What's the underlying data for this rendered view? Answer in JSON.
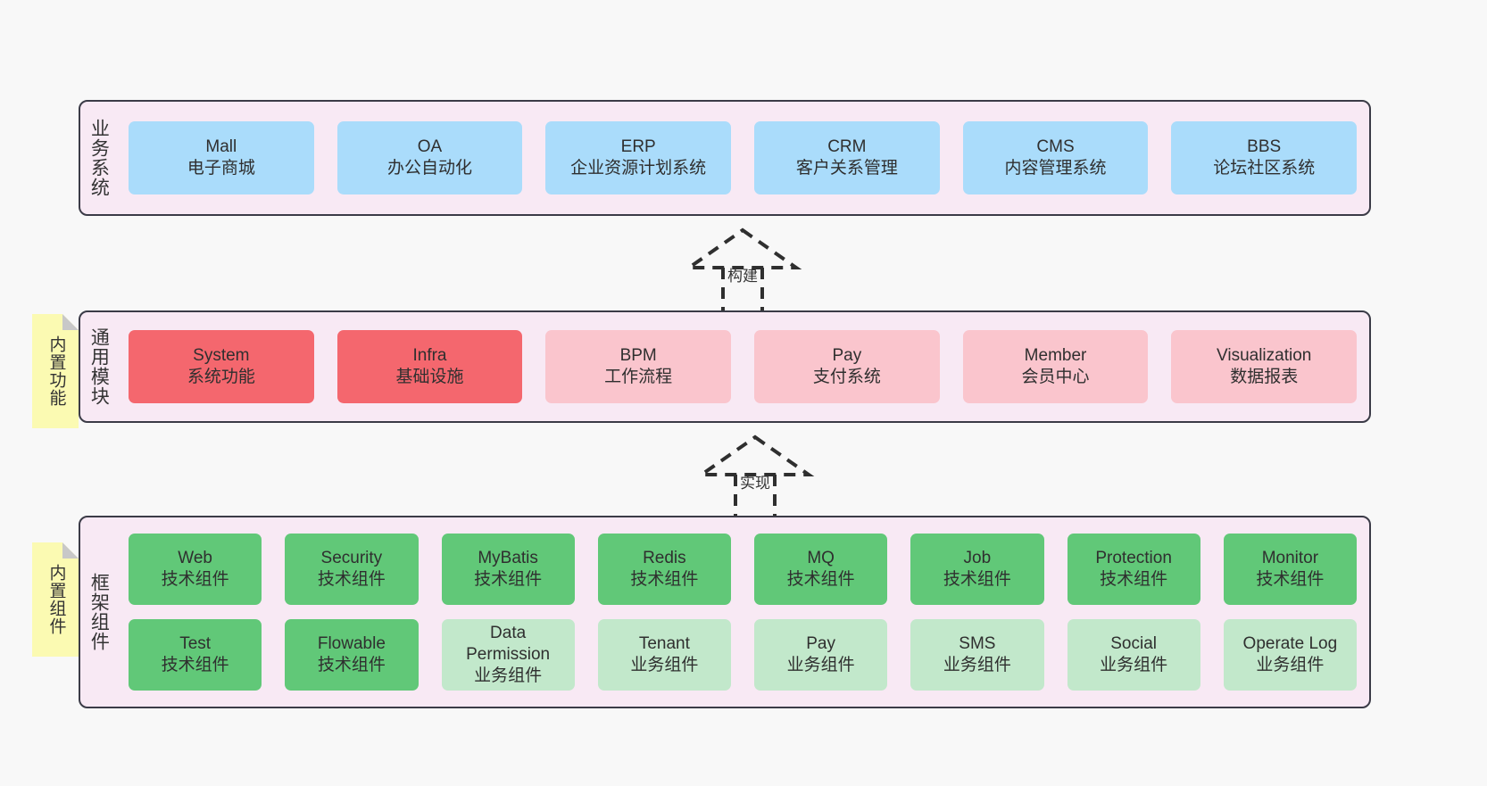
{
  "diagram": {
    "background": "#f8f8f8",
    "panel_fill": "#f8e9f4",
    "panel_border": "#3b3b47",
    "note_fill": "#fbfab2"
  },
  "layers": [
    {
      "id": "business-system",
      "title": "业务系统",
      "card_color": "#aadcfb",
      "rows": [
        [
          {
            "en": "Mall",
            "cn": "电子商城"
          },
          {
            "en": "OA",
            "cn": "办公自动化"
          },
          {
            "en": "ERP",
            "cn": "企业资源计划系统"
          },
          {
            "en": "CRM",
            "cn": "客户关系管理"
          },
          {
            "en": "CMS",
            "cn": "内容管理系统"
          },
          {
            "en": "BBS",
            "cn": "论坛社区系统"
          }
        ]
      ]
    },
    {
      "id": "general-module",
      "title": "通用模块",
      "note": "内置功能",
      "card_color_primary": "#f4676e",
      "card_color_secondary": "#fac5cd",
      "rows": [
        [
          {
            "en": "System",
            "cn": "系统功能",
            "tone": "primary"
          },
          {
            "en": "Infra",
            "cn": "基础设施",
            "tone": "primary"
          },
          {
            "en": "BPM",
            "cn": "工作流程",
            "tone": "secondary"
          },
          {
            "en": "Pay",
            "cn": "支付系统",
            "tone": "secondary"
          },
          {
            "en": "Member",
            "cn": "会员中心",
            "tone": "secondary"
          },
          {
            "en": "Visualization",
            "cn": "数据报表",
            "tone": "secondary"
          }
        ]
      ]
    },
    {
      "id": "framework-component",
      "title": "框架组件",
      "note": "内置组件",
      "card_color_primary": "#61c878",
      "card_color_secondary": "#c2e8cb",
      "rows": [
        [
          {
            "en": "Web",
            "cn": "技术组件",
            "tone": "primary"
          },
          {
            "en": "Security",
            "cn": "技术组件",
            "tone": "primary"
          },
          {
            "en": "MyBatis",
            "cn": "技术组件",
            "tone": "primary"
          },
          {
            "en": "Redis",
            "cn": "技术组件",
            "tone": "primary"
          },
          {
            "en": "MQ",
            "cn": "技术组件",
            "tone": "primary"
          },
          {
            "en": "Job",
            "cn": "技术组件",
            "tone": "primary"
          },
          {
            "en": "Protection",
            "cn": "技术组件",
            "tone": "primary"
          },
          {
            "en": "Monitor",
            "cn": "技术组件",
            "tone": "primary"
          }
        ],
        [
          {
            "en": "Test",
            "cn": "技术组件",
            "tone": "primary"
          },
          {
            "en": "Flowable",
            "cn": "技术组件",
            "tone": "primary"
          },
          {
            "en": "Data Permission",
            "cn": "业务组件",
            "tone": "secondary"
          },
          {
            "en": "Tenant",
            "cn": "业务组件",
            "tone": "secondary"
          },
          {
            "en": "Pay",
            "cn": "业务组件",
            "tone": "secondary"
          },
          {
            "en": "SMS",
            "cn": "业务组件",
            "tone": "secondary"
          },
          {
            "en": "Social",
            "cn": "业务组件",
            "tone": "secondary"
          },
          {
            "en": "Operate Log",
            "cn": "业务组件",
            "tone": "secondary"
          }
        ]
      ]
    }
  ],
  "connectors": [
    {
      "id": "build",
      "label": "构建",
      "from": "general-module",
      "to": "business-system"
    },
    {
      "id": "implement",
      "label": "实现",
      "from": "framework-component",
      "to": "general-module"
    }
  ]
}
